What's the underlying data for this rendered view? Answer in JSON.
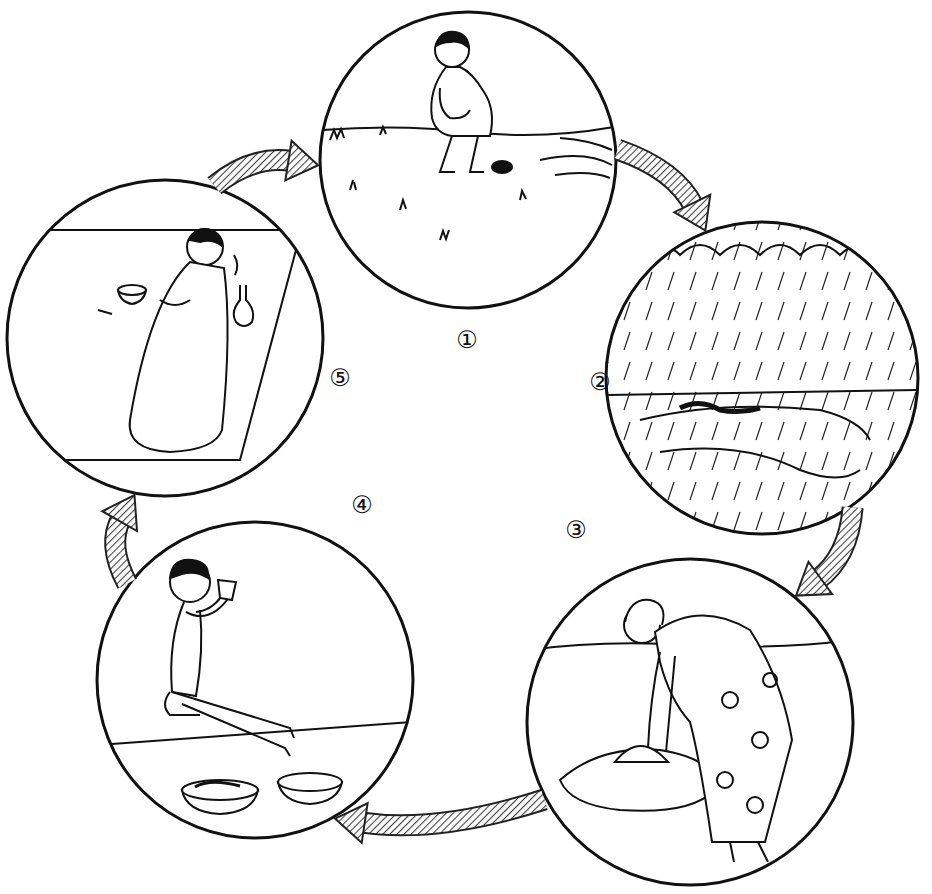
{
  "diagram": {
    "nodes": [
      {
        "text": [
          "①"
        ]
      },
      {
        "text": [
          "②"
        ]
      },
      {
        "text": [
          "③"
        ]
      },
      {
        "text": [
          "④"
        ]
      },
      {
        "text": [
          "⑤"
        ]
      }
    ],
    "edges": [
      {
        "from": 0,
        "to": 1,
        "arrow": "to"
      },
      {
        "from": 1,
        "to": 2,
        "arrow": "to"
      },
      {
        "from": 2,
        "to": 3,
        "arrow": "to"
      },
      {
        "from": 3,
        "to": 4,
        "arrow": "to"
      },
      {
        "from": 4,
        "to": 0,
        "arrow": "to"
      }
    ]
  }
}
